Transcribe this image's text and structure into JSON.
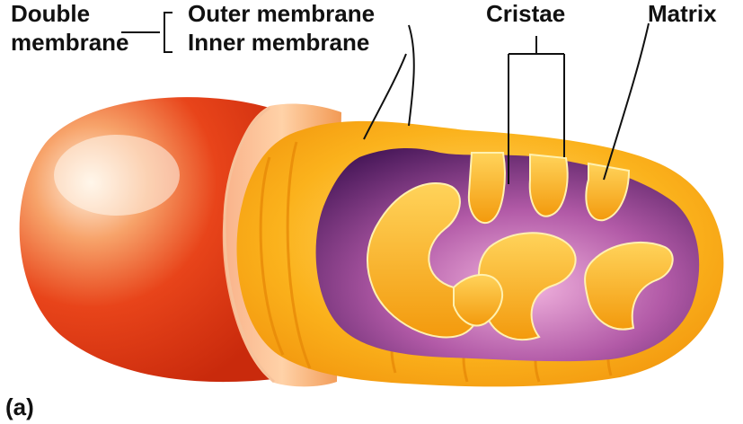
{
  "labels": {
    "double_line1": "Double",
    "double_line2": "membrane",
    "outer": "Outer membrane",
    "inner": "Inner membrane",
    "cristae": "Cristae",
    "matrix": "Matrix",
    "panel": "(a)"
  },
  "colors": {
    "outer_surface": "#e8441a",
    "outer_highlight": "#fff3e0",
    "inner_surface": "#f7a413",
    "inner_highlight": "#ffe27a",
    "matrix_dark": "#3a0f4f",
    "matrix_light": "#e59bd0",
    "leader_line": "#111111"
  }
}
